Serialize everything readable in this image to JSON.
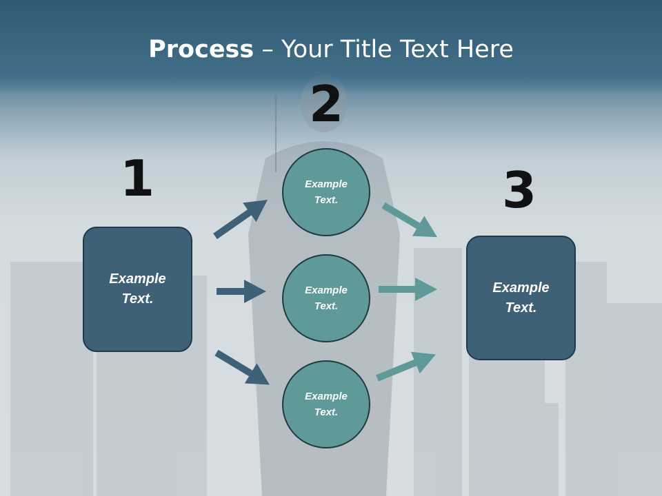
{
  "slide": {
    "title_bold": "Process",
    "title_rest": " – Your Title Text Here",
    "step_numbers": [
      "1",
      "2",
      "3"
    ],
    "left_box": "Example Text.",
    "circles": [
      "Example Text.",
      "Example Text.",
      "Example Text."
    ],
    "right_box": "Example Text."
  },
  "colors": {
    "box_fill": "#3e6178",
    "circle_fill": "#5f9a98",
    "arrow_dark": "#3e6178",
    "arrow_light": "#5f9a98"
  }
}
